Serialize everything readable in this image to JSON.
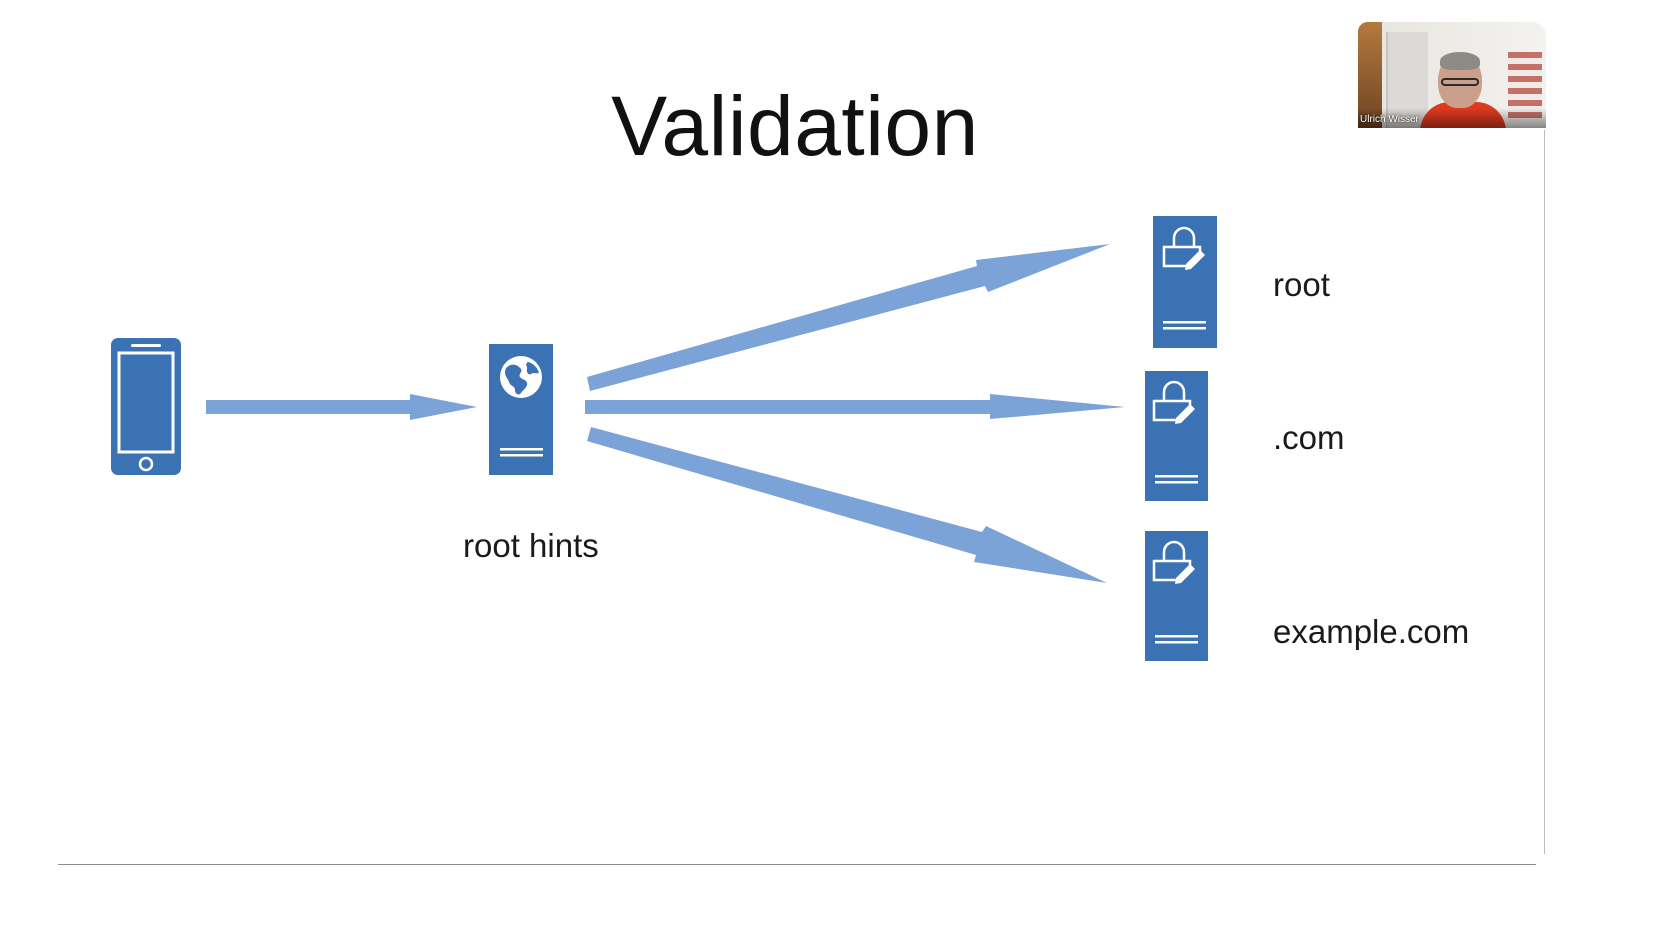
{
  "slide": {
    "title": "Validation",
    "labels": {
      "resolver": "root hints",
      "root": "root",
      "com": ".com",
      "example": "example.com"
    },
    "icons": {
      "client": "smartphone-icon",
      "resolver": "globe-server-icon",
      "signed_servers": "lock-pencil-server-icon"
    },
    "colors": {
      "icon_fill": "#3a72b4",
      "arrow_fill": "#7ba3d8",
      "text": "#1a1a1a"
    }
  },
  "webcam": {
    "participant_name": "Ulrich Wisser"
  }
}
